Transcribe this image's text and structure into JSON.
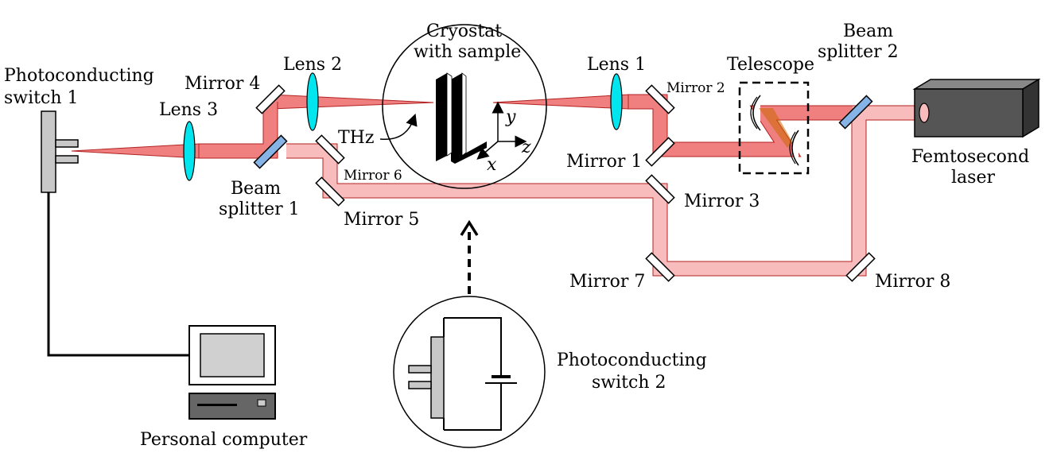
{
  "labels": {
    "photoconducting_switch_1": [
      "Photoconducting",
      "switch 1"
    ],
    "lens_1": "Lens 1",
    "lens_2": "Lens 2",
    "lens_3": "Lens 3",
    "mirror_1": "Mirror 1",
    "mirror_2": "Mirror 2",
    "mirror_3": "Mirror 3",
    "mirror_4": "Mirror 4",
    "mirror_5": "Mirror 5",
    "mirror_6": "Mirror 6",
    "mirror_7": "Mirror 7",
    "mirror_8": "Mirror 8",
    "beam_splitter_1": [
      "Beam",
      "splitter 1"
    ],
    "beam_splitter_2": [
      "Beam",
      "splitter 2"
    ],
    "cryostat": [
      "Cryostat",
      "with sample"
    ],
    "thz": "THz",
    "telescope": "Telescope",
    "femtosecond_laser": [
      "Femtosecond",
      "laser"
    ],
    "photoconducting_switch_2": [
      "Photoconducting",
      "switch 2"
    ],
    "personal_computer": "Personal computer",
    "axis_x": "x",
    "axis_y": "y",
    "axis_z": "z"
  },
  "colors": {
    "pump_beam": "#f08080",
    "probe_beam": "#f9bcbc",
    "lens": "#00e5ee",
    "beam_splitter": "#87b4e6",
    "switch_body": "#c8c8c8",
    "laser_body": "#555555"
  }
}
